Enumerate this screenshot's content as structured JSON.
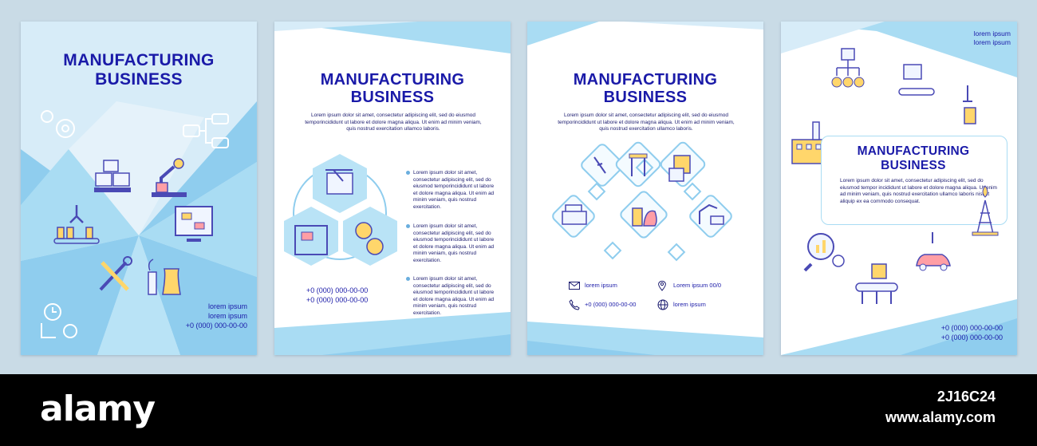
{
  "brochure_title": "MANUFACTURING\nBUSINESS",
  "colors": {
    "title": "#1a1aa8",
    "accent": "#8fcdee",
    "light": "#d7ecf8",
    "line": "#6f6fd9"
  },
  "panel1": {
    "contact": [
      "lorem ipsum",
      "lorem ipsum",
      "+0 (000) 000-00-00"
    ]
  },
  "panel2": {
    "intro": "Lorem ipsum dolor sit amet, consectetur adipiscing elit, sed do eiusmod temporincididunt ut labore et dolore magna aliqua. Ut enim ad minim veniam, quis nostrud exercitation ullamco laboris.",
    "bullets": [
      "Lorem ipsum dolor sit amet, consectetur adipiscing elit, sed do eiusmod temporincididunt ut labore et dolore magna aliqua. Ut enim ad minim veniam, quis nostrud exercitation.",
      "Lorem ipsum dolor sit amet, consectetur adipiscing elit, sed do eiusmod temporincididunt ut labore et dolore magna aliqua. Ut enim ad minim veniam, quis nostrud exercitation.",
      "Lorem ipsum dolor sit amet, consectetur adipiscing elit, sed do eiusmod temporincididunt ut labore et dolore magna aliqua. Ut enim ad minim veniam, quis nostrud exercitation."
    ],
    "phones": [
      "+0 (000) 000-00-00",
      "+0 (000) 000-00-00"
    ]
  },
  "panel3": {
    "intro": "Lorem ipsum dolor sit amet, consectetur adipiscing elit, sed do eiusmod temporincididunt ut labore et dolore magna aliqua. Ut enim ad minim veniam, quis nostrud exercitation ullamco laboris.",
    "email_label": "lorem ipsum",
    "location_label": "Lorem ipsum 00/0",
    "phone_label": "+0 (000) 000-00-00",
    "web_label": "lorem ipsum"
  },
  "panel4": {
    "top_labels": [
      "lorem ipsum",
      "lorem ipsum"
    ],
    "body": "Lorem ipsum dolor sit amet, consectetur adipiscing elit, sed do eiusmod tempor incididunt ut labore et dolore magna aliqua. Ut enim ad minim veniam, quis nostrud exercitation ullamco laboris nisi ut aliquip ex ea commodo consequat.",
    "phones": [
      "+0 (000) 000-00-00",
      "+0 (000) 000-00-00"
    ]
  },
  "watermark": {
    "logo": "alamy",
    "image_id": "2J16C24",
    "site": "www.alamy.com"
  }
}
